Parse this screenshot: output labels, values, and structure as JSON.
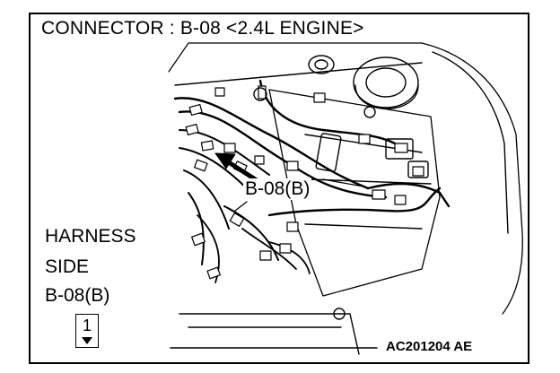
{
  "title": "CONNECTOR : B-08 <2.4L ENGINE>",
  "callout": "B-08(B)",
  "harness": {
    "line1": "HARNESS",
    "line2": "SIDE",
    "line3": "B-08(B)"
  },
  "pin_marker": "1",
  "figure_code": "AC201204 AE"
}
